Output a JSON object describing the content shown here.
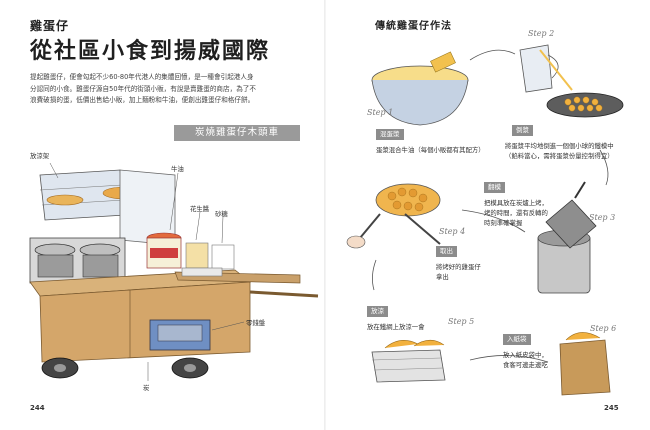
{
  "left": {
    "kicker": "雞蛋仔",
    "title": "從社區小食到揚威國際",
    "intro": [
      "提起雞蛋仔，便會勾起不少60-80年代港人的集體回憶，是一種會引起港人身",
      "分認同的小食。雞蛋仔源自50年代的街頭小販，有說是賣雞蛋的商店，為了不",
      "浪費破損的蛋，低價出售給小販，加上麵粉和牛油，便創出雞蛋仔和格仔餅。"
    ],
    "cart_banner": "炭燒雞蛋仔木頭車",
    "labels": {
      "shelf": "放涼架",
      "butter": "牛油",
      "peanut_oil": "花生醬",
      "sugar": "砂糖",
      "coin_box": "零錢盤",
      "charcoal": "炭"
    },
    "page_number": "244"
  },
  "right": {
    "title": "傳統雞蛋仔作法",
    "steps": [
      {
        "step": "Step 1",
        "tag": "混蛋漿",
        "caption": [
          "蛋漿混合牛油（每個小販都有其配方）"
        ]
      },
      {
        "step": "Step 2",
        "tag": "倒漿",
        "caption": [
          "將蛋漿平均地倒進一個個小球的鐵模中",
          "（餡料當心，需將蛋漿份量控制得宜）"
        ]
      },
      {
        "step": "Step 3",
        "tag": "翻模",
        "caption": [
          "把模具放在炭爐上烤，",
          "烤的時間，還有反轉的",
          "時刻準確掌握"
        ]
      },
      {
        "step": "Step 4",
        "tag": "取出",
        "caption": [
          "將烤好的雞蛋仔",
          "拿出"
        ]
      },
      {
        "step": "Step 5",
        "tag": "放涼",
        "caption": [
          "放在鐵網上放涼一會"
        ]
      },
      {
        "step": "Step 6",
        "tag": "入紙袋",
        "caption": [
          "放入紙皮袋中，",
          "食客可邊走邊吃"
        ]
      }
    ],
    "page_number": "245"
  },
  "colors": {
    "accent_gray": "#8c8c8c",
    "banner_gray": "#9a9a9a",
    "egg_yellow": "#f2c14e",
    "wood": "#c9a06a",
    "blue": "#6f8fc3"
  }
}
